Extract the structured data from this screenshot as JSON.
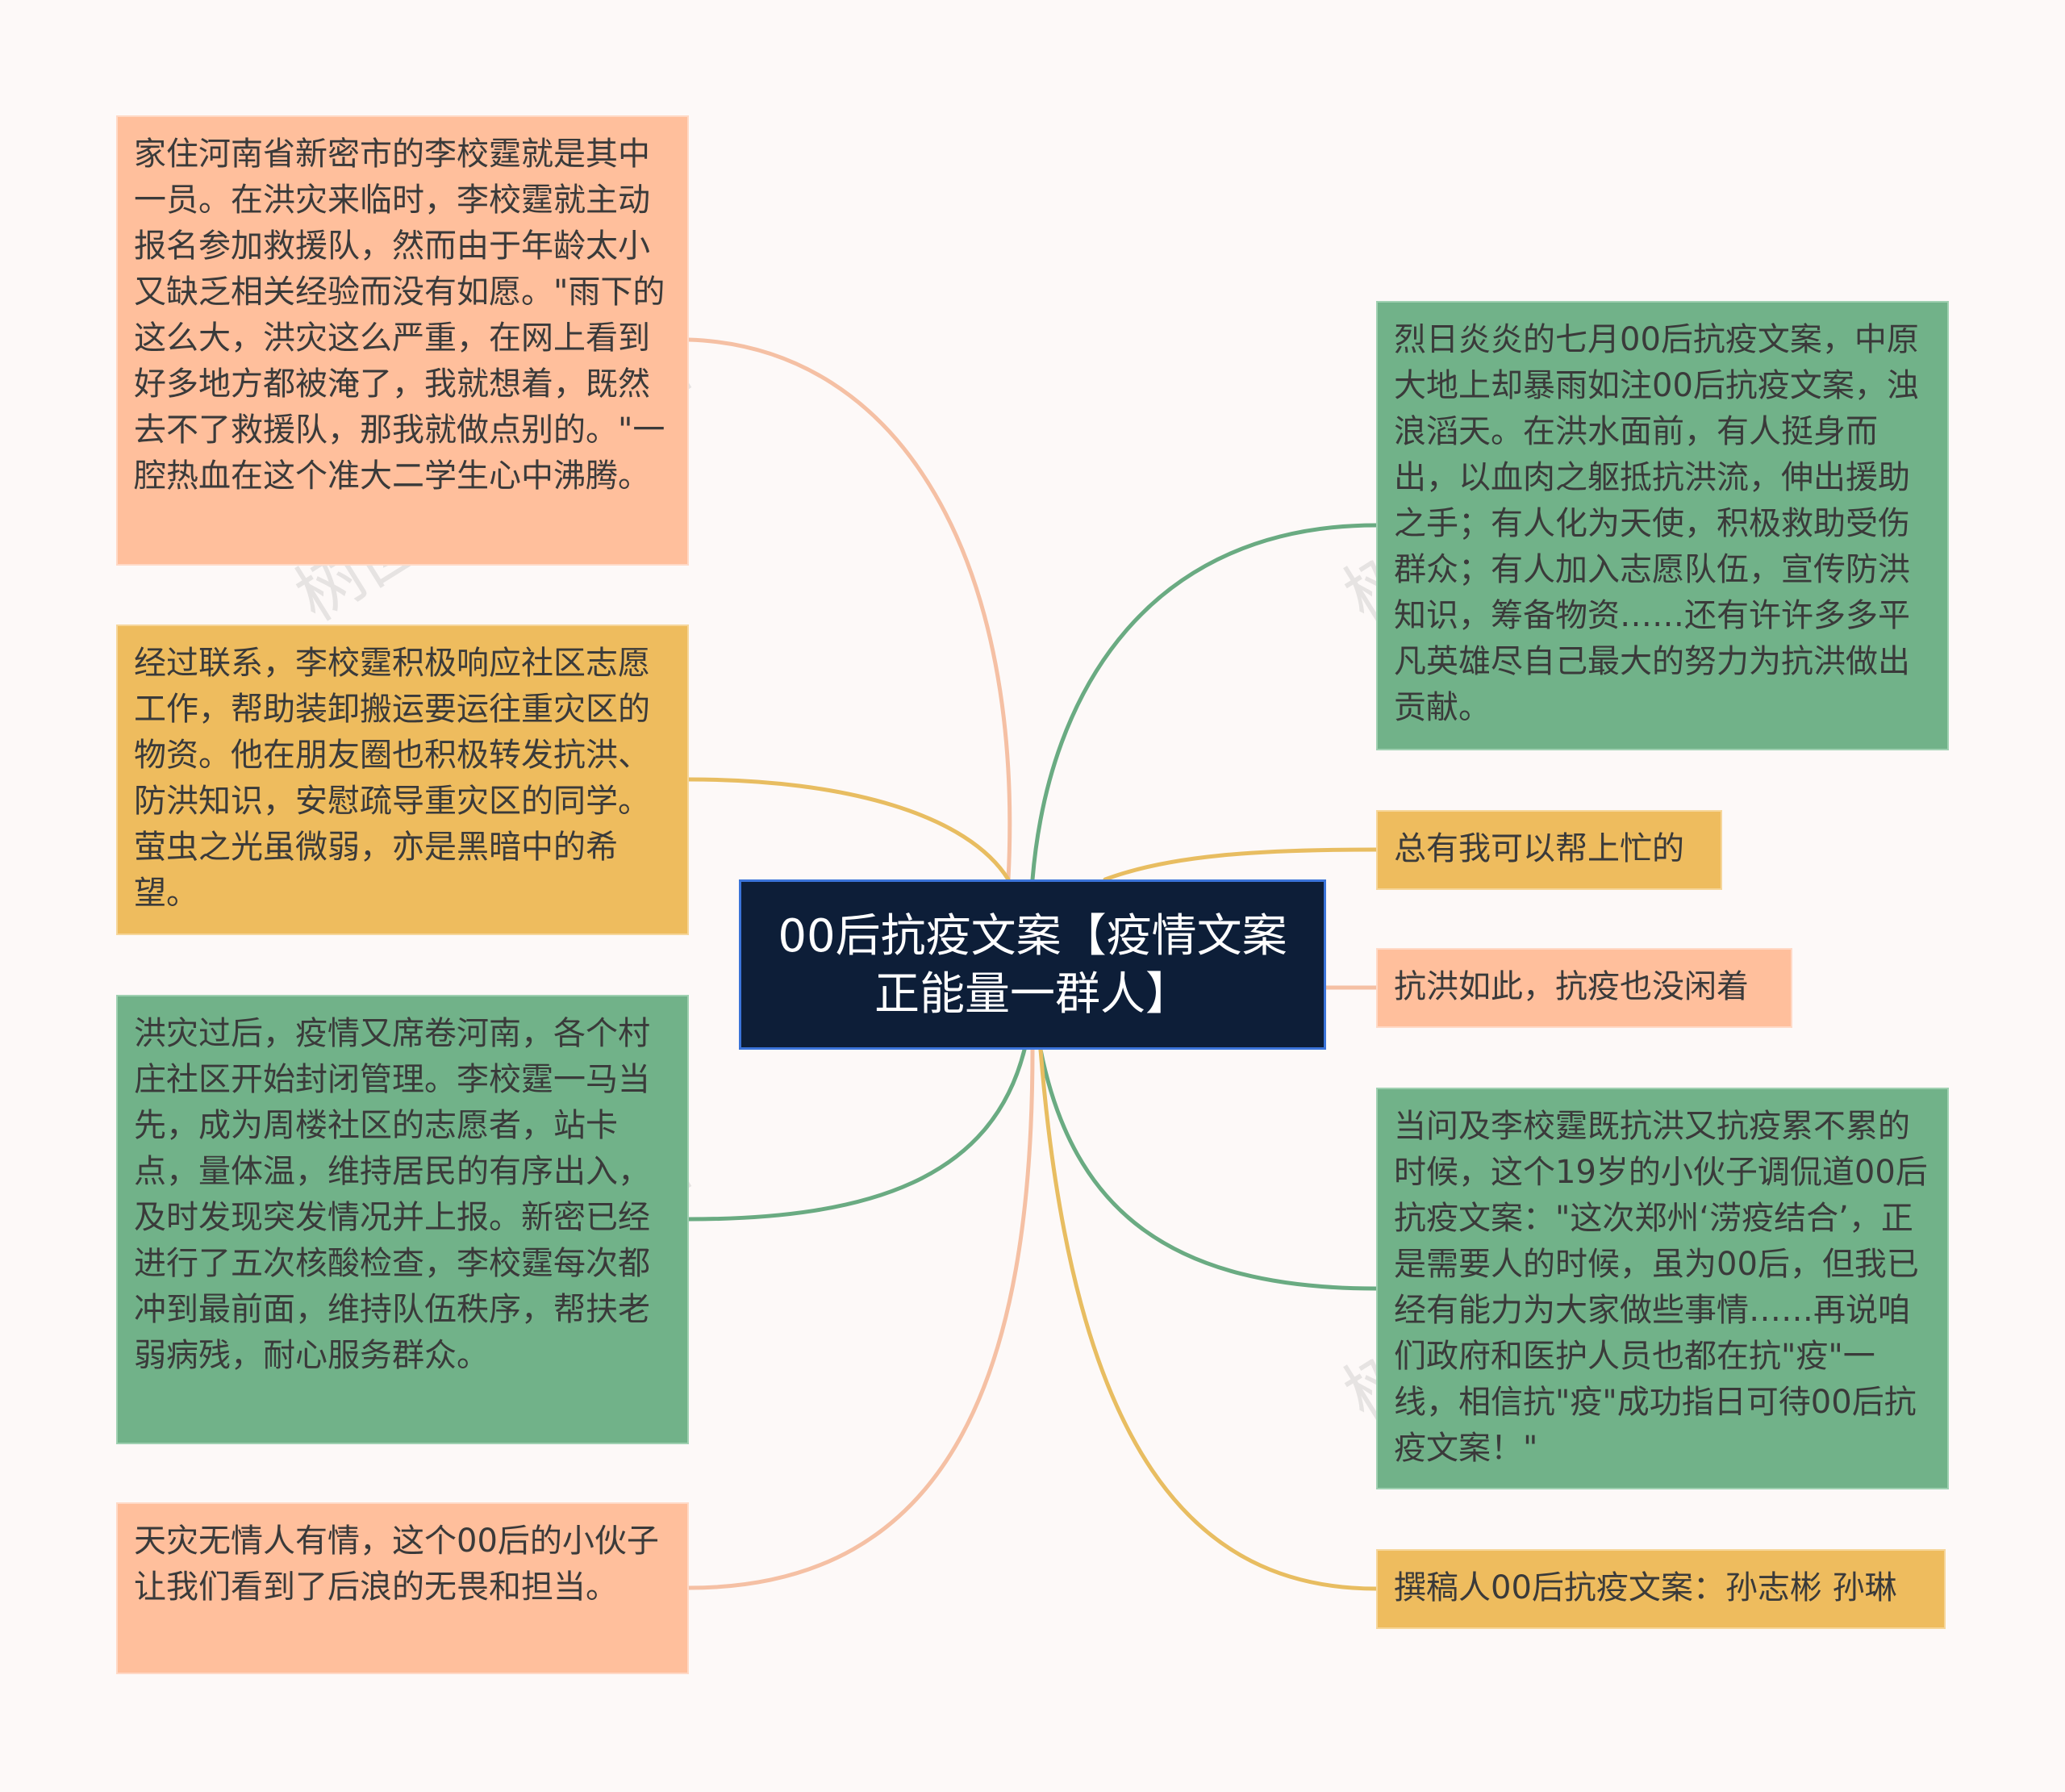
{
  "colors": {
    "background": "#fdf9f8",
    "center": "#0d1e38",
    "center_border": "#3b74d9",
    "salmon": "#ffbf9c",
    "gold": "#eebc5e",
    "green": "#71b289",
    "link_salmon": "#f5c0a4",
    "link_gold": "#e8bd61",
    "link_green": "#6aab82"
  },
  "center": {
    "title": "00后抗疫文案【疫情文案\n正能量一群人】"
  },
  "left_nodes": [
    {
      "text": "家住河南省新密市的李校霆就是其中一员。在洪灾来临时，李校霆就主动报名参加救援队，然而由于年龄太小又缺乏相关经验而没有如愿。\"雨下的这么大，洪灾这么严重，在网上看到好多地方都被淹了，我就想着，既然去不了救援队，那我就做点别的。\"一腔热血在这个准大二学生心中沸腾。",
      "color": "salmon"
    },
    {
      "text": "经过联系，李校霆积极响应社区志愿工作，帮助装卸搬运要运往重灾区的物资。他在朋友圈也积极转发抗洪、防洪知识，安慰疏导重灾区的同学。萤虫之光虽微弱，亦是黑暗中的希望。",
      "color": "gold"
    },
    {
      "text": "洪灾过后，疫情又席卷河南，各个村庄社区开始封闭管理。李校霆一马当先，成为周楼社区的志愿者，站卡点，量体温，维持居民的有序出入，及时发现突发情况并上报。新密已经进行了五次核酸检查，李校霆每次都冲到最前面，维持队伍秩序，帮扶老弱病残，耐心服务群众。",
      "color": "green"
    },
    {
      "text": "天灾无情人有情，这个00后的小伙子让我们看到了后浪的无畏和担当。",
      "color": "salmon"
    }
  ],
  "right_nodes": [
    {
      "text": "烈日炎炎的七月00后抗疫文案，中原大地上却暴雨如注00后抗疫文案，浊浪滔天。在洪水面前，有人挺身而出，以血肉之躯抵抗洪流，伸出援助之手；有人化为天使，积极救助受伤群众；有人加入志愿队伍，宣传防洪知识，筹备物资……还有许许多多平凡英雄尽自己最大的努力为抗洪做出贡献。",
      "color": "green"
    },
    {
      "text": "总有我可以帮上忙的",
      "color": "gold"
    },
    {
      "text": "抗洪如此，抗疫也没闲着",
      "color": "salmon"
    },
    {
      "text": "当问及李校霆既抗洪又抗疫累不累的时候，这个19岁的小伙子调侃道00后抗疫文案：\"这次郑州‘涝疫结合’，正是需要人的时候，虽为00后，但我已经有能力为大家做些事情……再说咱们政府和医护人员也都在抗\"疫\"一线，相信抗\"疫\"成功指日可待00后抗疫文案！\"",
      "color": "green"
    },
    {
      "text": "撰稿人00后抗疫文案：孙志彬 孙琳",
      "color": "gold"
    }
  ],
  "watermarks": [
    "树图 shutu.cn",
    "树图 shutu.cn",
    "树图 shutu.cn",
    "树图 shutu.cn"
  ]
}
